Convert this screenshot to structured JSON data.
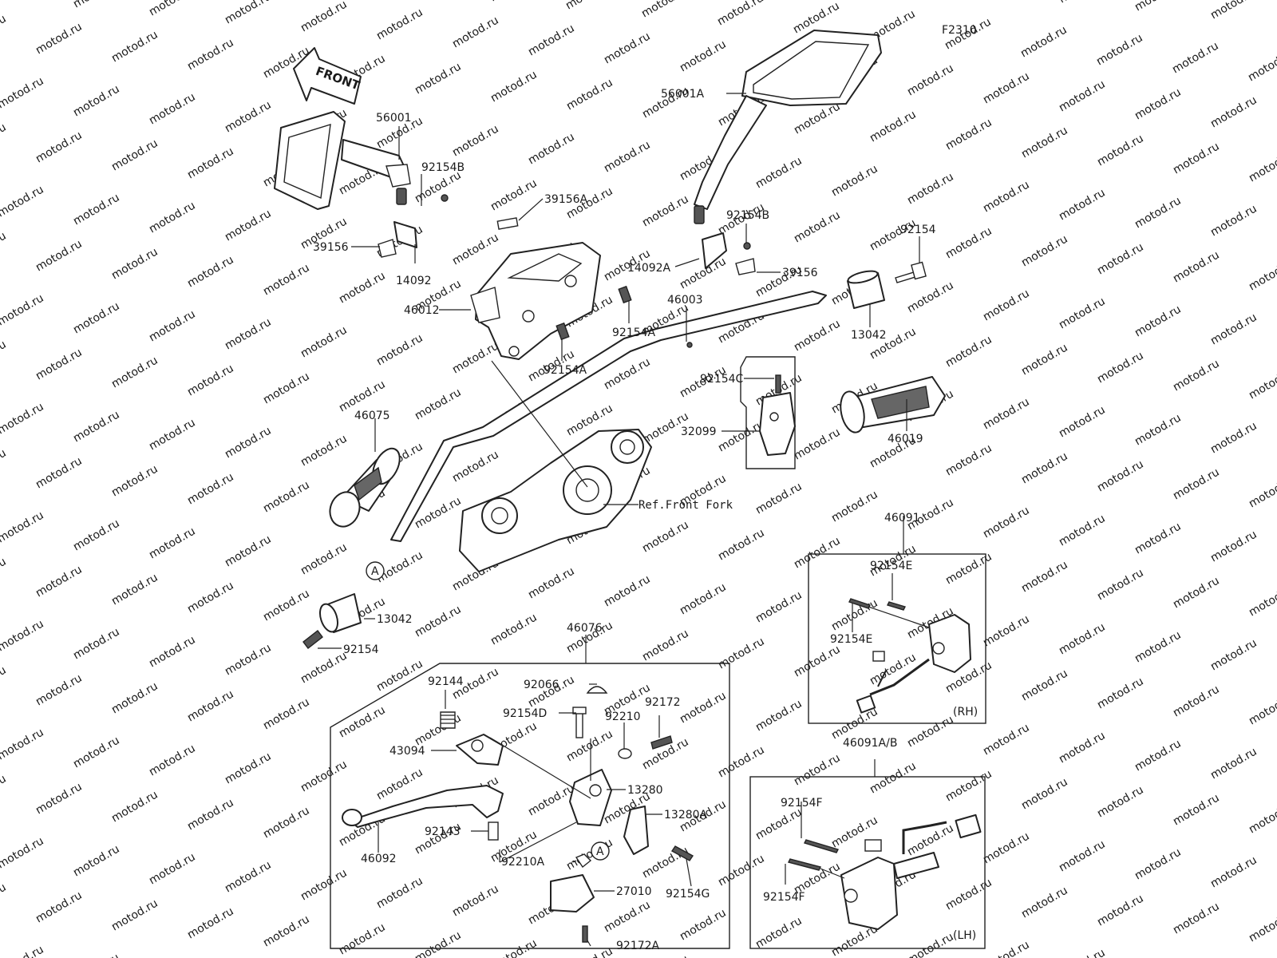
{
  "figure_code": "F2310",
  "front_arrow": "FRONT",
  "watermark": "motod.ru",
  "ref_label": "Ref.Front Fork",
  "circle_marker": "A",
  "box_labels": {
    "rh": "(RH)",
    "lh": "(LH)"
  },
  "parts": {
    "p56001": "56001",
    "p92154B_l": "92154B",
    "p39156_l": "39156",
    "p14092": "14092",
    "p39156A": "39156A",
    "p46012": "46012",
    "p92154A_1": "92154A",
    "p92154A_2": "92154A",
    "p46003": "46003",
    "p56001A": "56001A",
    "p92154B_r": "92154B",
    "p14092A": "14092A",
    "p39156_r": "39156",
    "p92154_r": "92154",
    "p13042_r": "13042",
    "p92154C": "92154C",
    "p32099": "32099",
    "p46019": "46019",
    "p46075": "46075",
    "p13042_l": "13042",
    "p92154_l": "92154",
    "p46091": "46091",
    "p92154E_1": "92154E",
    "p92154E_2": "92154E",
    "p46076": "46076",
    "p92144": "92144",
    "p92066": "92066",
    "p92154D": "92154D",
    "p92172": "92172",
    "p92210": "92210",
    "p43094": "43094",
    "p13280": "13280",
    "p13280A": "13280A",
    "p92143": "92143",
    "p46092": "46092",
    "p92210A": "92210A",
    "p92154G": "92154G",
    "p27010": "27010",
    "p92172A": "92172A",
    "p46091AB": "46091A/B",
    "p92154F_1": "92154F",
    "p92154F_2": "92154F"
  }
}
